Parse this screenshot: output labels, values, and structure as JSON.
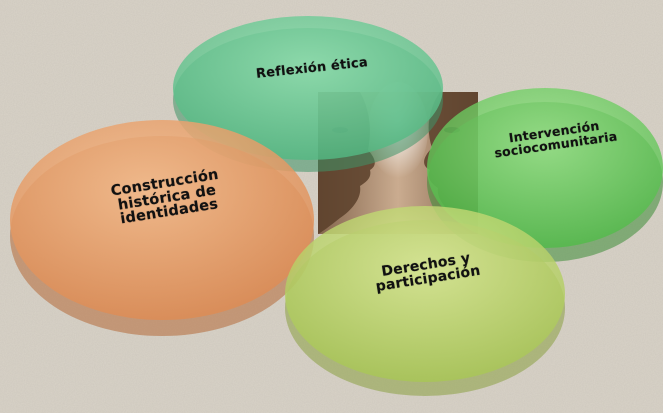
{
  "diagram": {
    "circles": [
      {
        "id": "reflexion",
        "label": "Reflexión ética",
        "color": "#6fd39a"
      },
      {
        "id": "intervencion",
        "label": "Intervención\nsociocomunitaria",
        "color": "#76d96a"
      },
      {
        "id": "construccion",
        "label": "Construcción\nhistórica de\nidentidades",
        "color": "#f0a46a"
      },
      {
        "id": "derechos",
        "label": "Derechos y\nparticipación",
        "color": "#c2d96e"
      }
    ],
    "center_image": "two-faces-profile-icon"
  }
}
